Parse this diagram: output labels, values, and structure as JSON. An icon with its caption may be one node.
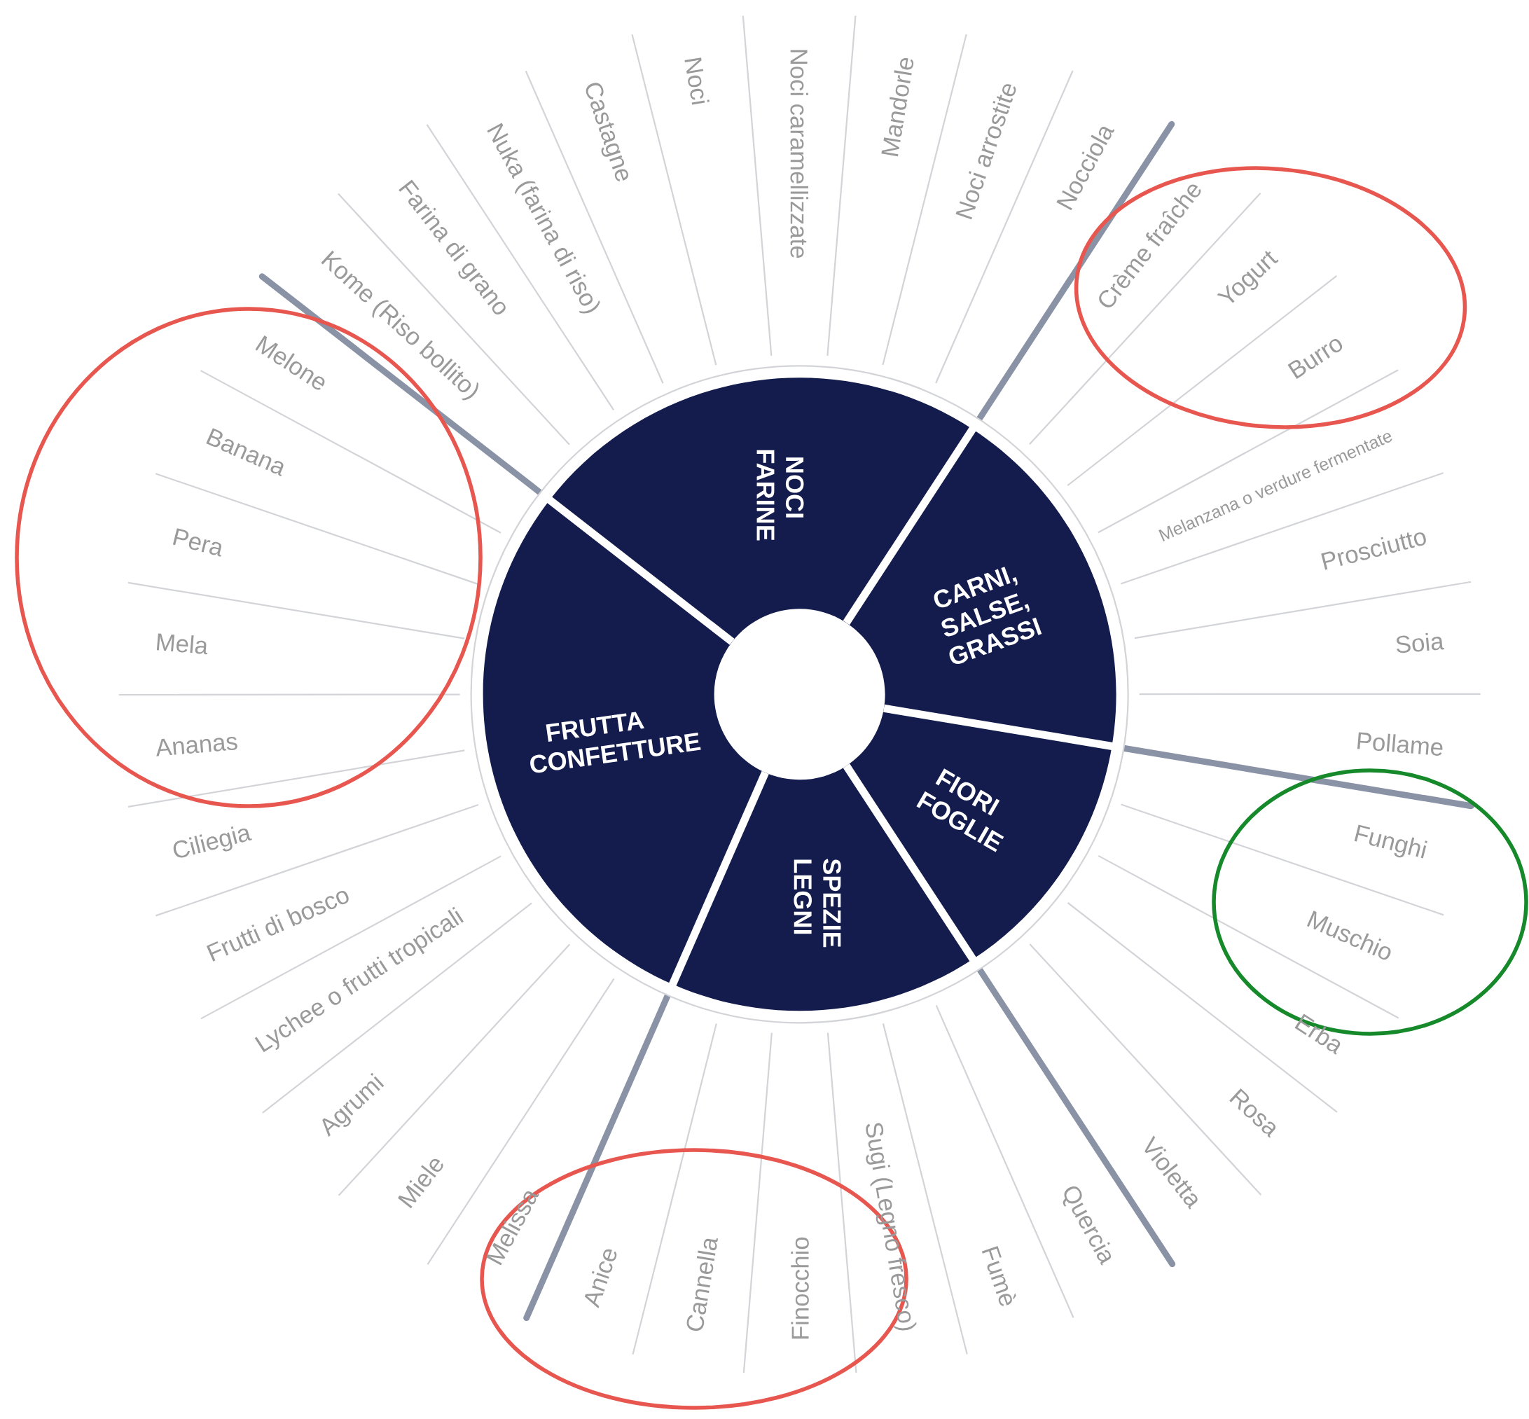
{
  "diagram": {
    "nodes": [
      {
        "text": [
          "NOCI FARINE"
        ]
      },
      {
        "text": [
          "CARNI, SALSE, GRASSI"
        ]
      },
      {
        "text": [
          "FIORI FOGLIE"
        ]
      },
      {
        "text": [
          "SPEZIE LEGNI"
        ]
      },
      {
        "text": [
          "FRUTTA CONFETTURE"
        ]
      }
    ],
    "labels": [
      "Kome (Riso bollito)",
      "Farina di grano",
      "Nuka (farina di riso)",
      "Castagne",
      "Noci",
      "Noci caramellizzate",
      "Mandorle",
      "Noci arrostite",
      "Nocciola",
      "Crème fraîche",
      "Yogurt",
      "Burro",
      "Melanzana o verdure fermentate",
      "Prosciutto",
      "Soia",
      "Pollame",
      "Funghi",
      "Muschio",
      "Erba",
      "Rosa",
      "Violetta",
      "Quercia",
      "Fumè",
      "Sugi (Legno fresco)",
      "Finocchio",
      "Cannella",
      "Anice",
      "Melissa",
      "Miele",
      "Agrumi",
      "Lychee o frutti tropicali",
      "Frutti di bosco",
      "Ciliegia",
      "Ananas",
      "Mela",
      "Pera",
      "Banana",
      "Melone"
    ]
  }
}
